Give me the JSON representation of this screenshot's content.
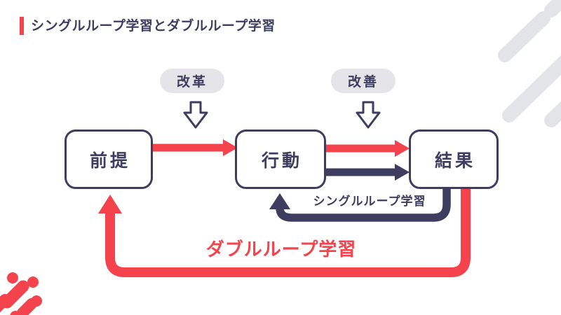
{
  "header": {
    "title": "シングルループ学習とダブルループ学習"
  },
  "pills": [
    {
      "label": "改革"
    },
    {
      "label": "改善"
    }
  ],
  "boxes": [
    {
      "label": "前提"
    },
    {
      "label": "行動"
    },
    {
      "label": "結果"
    }
  ],
  "loops": {
    "single": {
      "label": "シングルループ学習",
      "color": "#3E3D60"
    },
    "double": {
      "label": "ダブルループ学習",
      "color": "#F4434C"
    }
  },
  "colors": {
    "red": "#F4434C",
    "navy": "#3E3D60",
    "pill_background": "#E5E5E9",
    "decor_gray": "#E3E4E7",
    "background": "#FFFFFF"
  }
}
